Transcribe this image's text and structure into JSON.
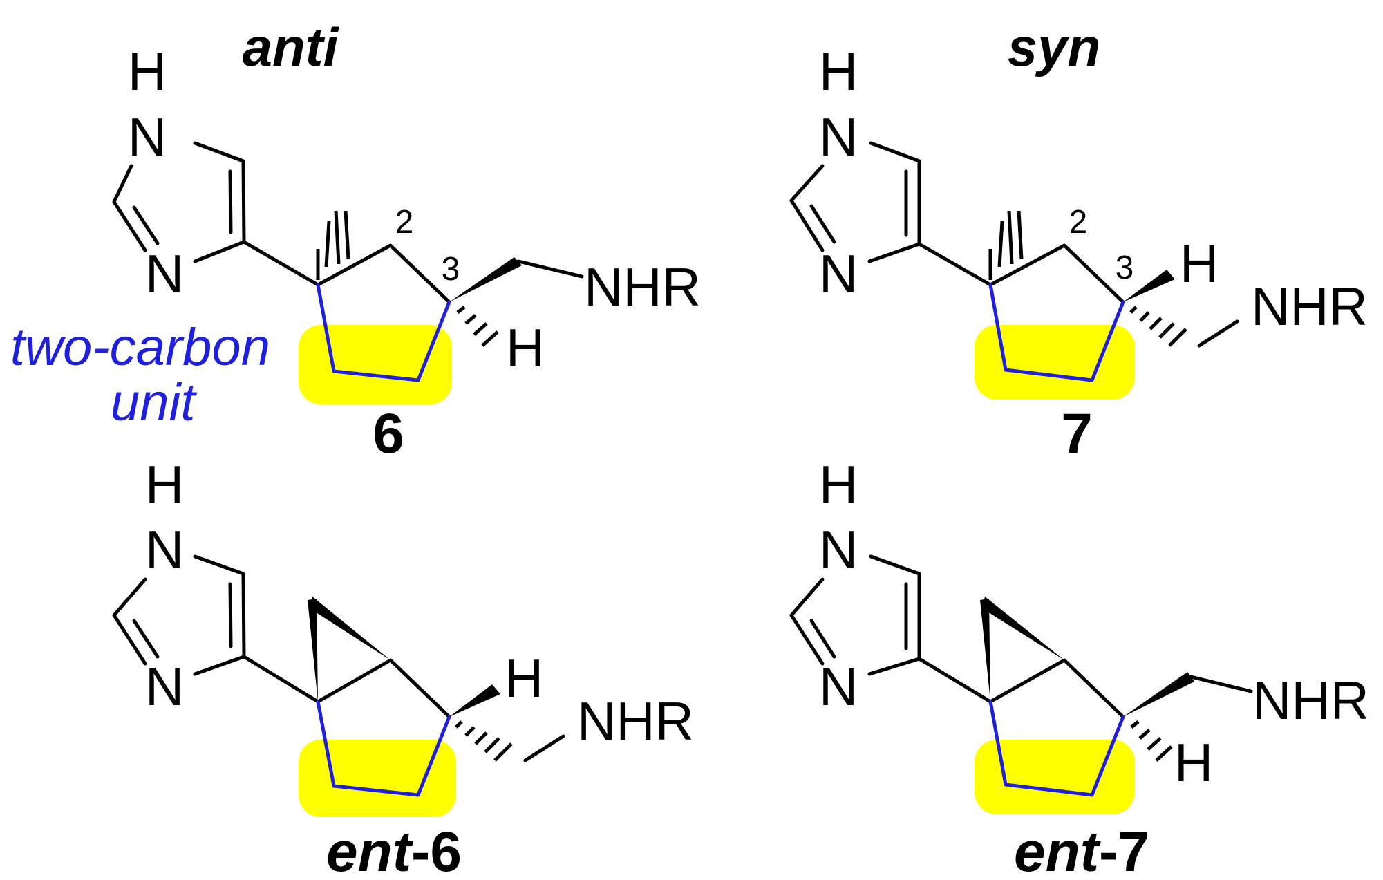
{
  "colors": {
    "highlight": "#ffff00",
    "annotation": "#1f1fe0",
    "ink": "#000000"
  },
  "headers": {
    "anti": "anti",
    "syn": "syn"
  },
  "annotation": {
    "line1": "two-carbon",
    "line2": "unit"
  },
  "atoms": {
    "H": "H",
    "N": "N",
    "NHR": "NHR"
  },
  "locants": {
    "c2": "2",
    "c3": "3"
  },
  "compounds": {
    "c6": {
      "label": "6"
    },
    "c7": {
      "label": "7"
    },
    "ent6": {
      "prefix": "ent",
      "suffix": "-6"
    },
    "ent7": {
      "prefix": "ent",
      "suffix": "-7"
    }
  }
}
